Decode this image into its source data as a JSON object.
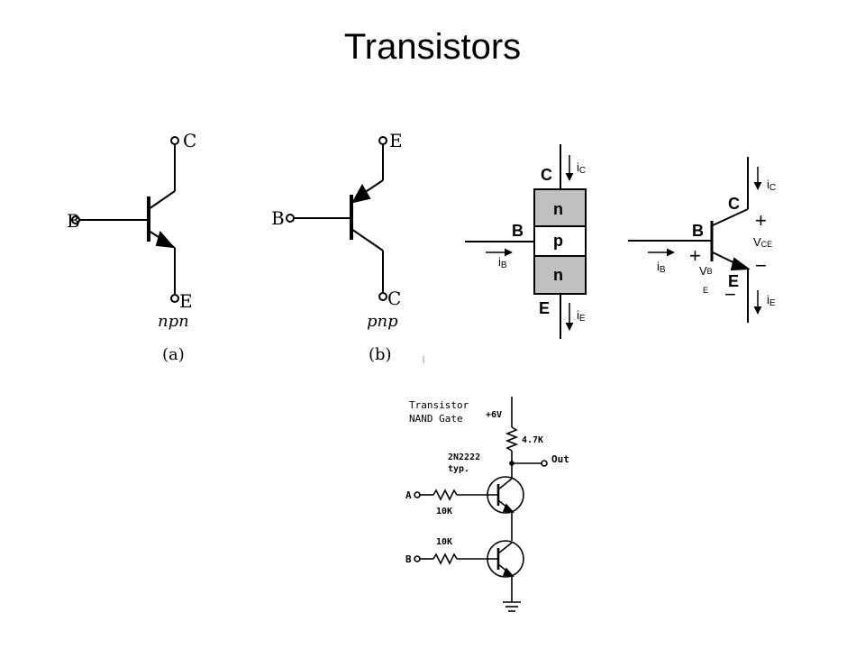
{
  "title": "Transistors",
  "fig_a": {
    "c": "C",
    "b": "B",
    "e": "E",
    "type": "npn",
    "caption": "(a)"
  },
  "fig_b": {
    "e": "E",
    "b": "B",
    "c": "C",
    "type": "pnp",
    "caption": "(b)"
  },
  "layers": {
    "c": "C",
    "b": "B",
    "e": "E",
    "n1": "n",
    "p": "p",
    "n2": "n",
    "ic": "i",
    "ic_sub": "C",
    "ib": "i",
    "ib_sub": "B",
    "ie": "i",
    "ie_sub": "E"
  },
  "symbol": {
    "c": "C",
    "b": "B",
    "e": "E",
    "plus1": "+",
    "minus1": "−",
    "plus2": "+",
    "minus2": "−",
    "vce": "V",
    "vce_sub": "CE",
    "vbe": "V",
    "vbe_sub": "B",
    "vbe_sub2": "E",
    "ic": "i",
    "ic_sub": "C",
    "ib": "i",
    "ib_sub": "B",
    "ie": "i",
    "ie_sub": "E"
  },
  "nand": {
    "title1": "Transistor",
    "title2": "NAND Gate",
    "supply": "+6V",
    "r_top": "4.7K",
    "part1": "2N2222",
    "part2": "typ.",
    "out": "Out",
    "in_a": "A",
    "in_b": "B",
    "r_a": "10K",
    "r_b": "10K"
  },
  "colors": {
    "line": "#000000",
    "layer_fill": "#c0c0c0"
  }
}
